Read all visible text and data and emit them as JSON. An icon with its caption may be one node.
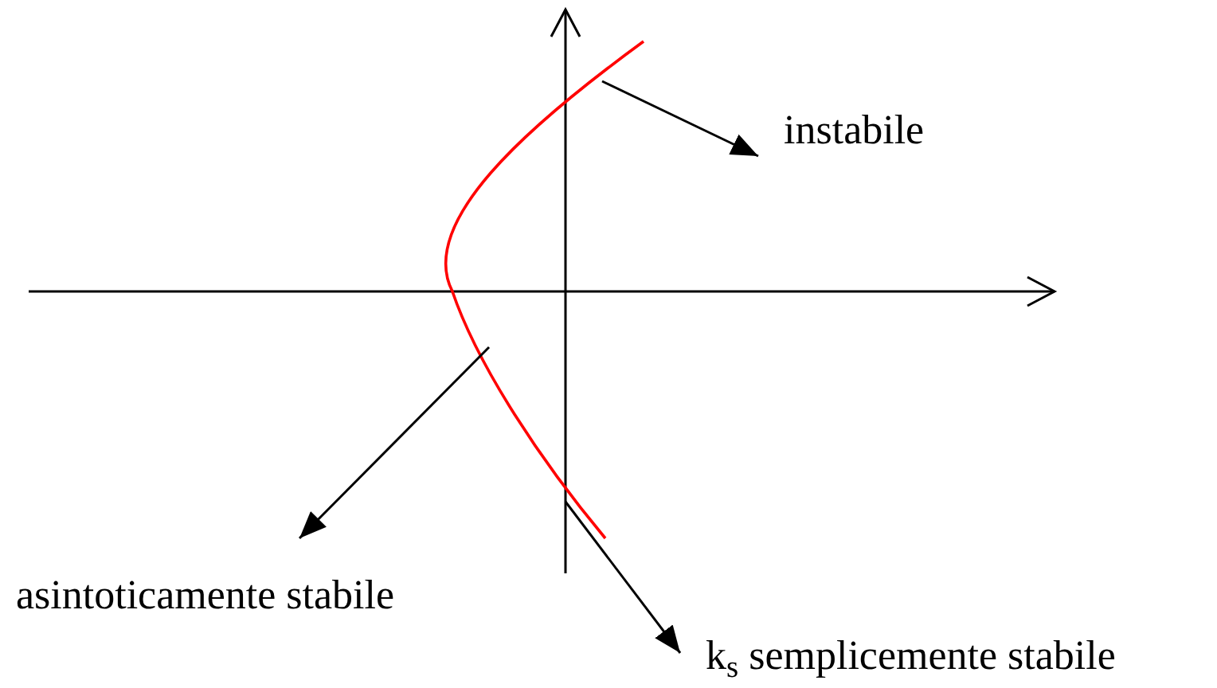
{
  "diagram": {
    "nodes": [
      {
        "text": [
          "instabile"
        ]
      },
      {
        "text": [
          "asintoticamente stabile"
        ]
      },
      {
        "text": [
          "k$_{s}$ semplicemente stabile"
        ]
      }
    ],
    "edges": [
      {
        "from": null,
        "to": 0,
        "arrow": "to"
      },
      {
        "from": null,
        "to": 1,
        "arrow": "to"
      },
      {
        "from": null,
        "to": 2,
        "arrow": "to"
      }
    ]
  }
}
